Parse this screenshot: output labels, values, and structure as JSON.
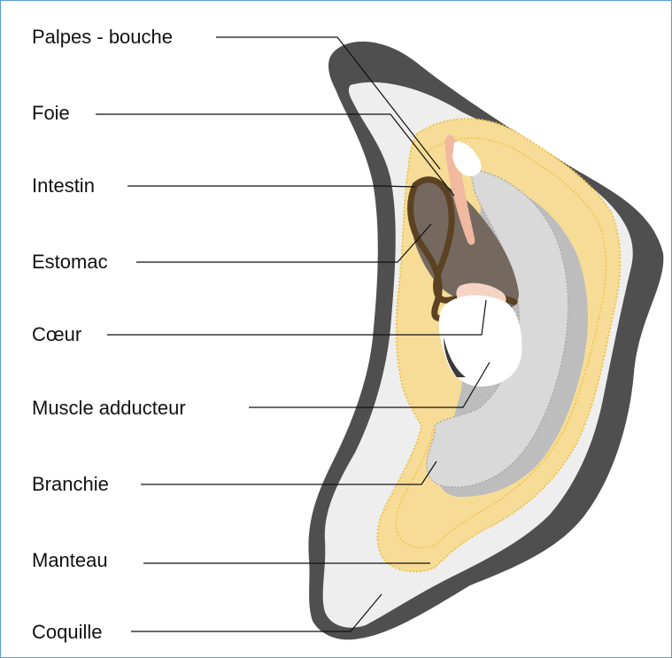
{
  "diagram": {
    "labels": {
      "palpes": "Palpes - bouche",
      "foie": "Foie",
      "intestin": "Intestin",
      "estomac": "Estomac",
      "coeur": "Cœur",
      "muscle": "Muscle adducteur",
      "branchie": "Branchie",
      "manteau": "Manteau",
      "coquille": "Coquille"
    },
    "colors": {
      "shell_dark": "#4f4f4f",
      "shell_light": "#efefef",
      "mantle": "#f6dc96",
      "gill": "#d9d9d9",
      "liver": "#75695f",
      "intestine": "#5a4222",
      "palps": "#f0b9a0",
      "muscle": "#ffffff",
      "frame": "#5b9bd5"
    }
  }
}
